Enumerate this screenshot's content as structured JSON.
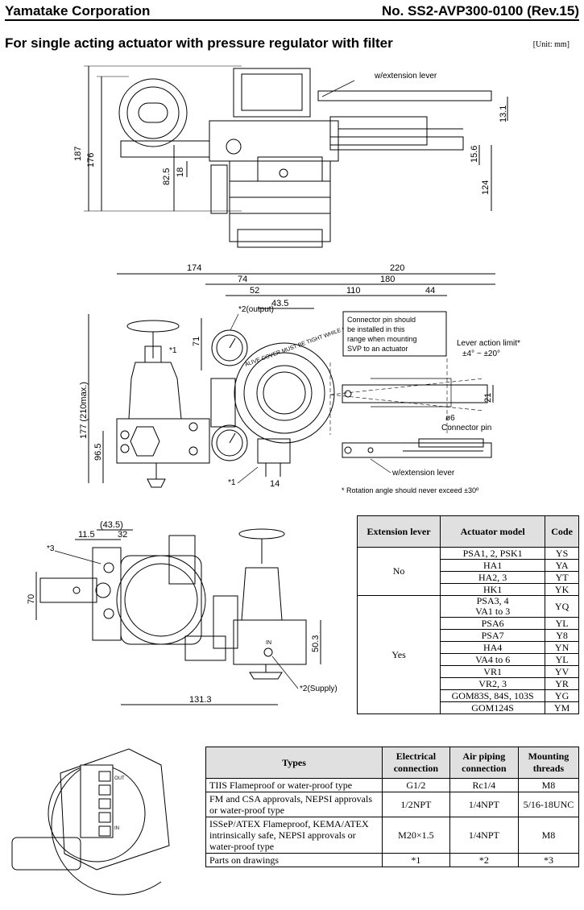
{
  "header": {
    "company": "Yamatake Corporation",
    "doc_no": "No. SS2-AVP300-0100 (Rev.15)"
  },
  "subtitle": "For single acting actuator with pressure regulator with filter",
  "unit": "[Unit: mm]",
  "drawing1": {
    "ext_lever": "w/extension lever",
    "dims": [
      "187",
      "176",
      "82.5",
      "18",
      "13.1",
      "15.6",
      "124"
    ]
  },
  "drawing2": {
    "dims_top": [
      "174",
      "220",
      "74",
      "180",
      "52",
      "110",
      "44",
      "43.5"
    ],
    "dims_left": [
      "177 (210max.)",
      "96.5",
      "71"
    ],
    "dims_right": [
      "21"
    ],
    "dim_bottom": "14",
    "output_label": "*2(output)",
    "star1a": "*1",
    "star1b": "*1",
    "connector_note": [
      "Connector pin should",
      "be installed in this",
      "range when mounting",
      "SVP to an actuator"
    ],
    "lever_limit": "Lever action limit*",
    "lever_range": "±4° ~ ±20°",
    "phi6": "ø6",
    "connector_pin": "Connector pin",
    "ext_lever": "w/extension lever",
    "cover_text": "ALIVE COVER MUST BE TIGHT WHILE CIRCUITS ARE",
    "rotation_note": "* Rotation angle should never exceed ±30º"
  },
  "drawing3": {
    "dims": [
      "(43.5)",
      "11.5",
      "32",
      "70",
      "50.3",
      "131.3"
    ],
    "star3": "*3",
    "supply": "*2(Supply)",
    "in_label": "IN"
  },
  "drawing4": {
    "terminals": [
      "OUT",
      "IN"
    ]
  },
  "table1": {
    "headers": [
      "Extension lever",
      "Actuator model",
      "Code"
    ],
    "groups": [
      {
        "ext": "No",
        "rows": [
          {
            "model": "PSA1, 2, PSK1",
            "code": "YS"
          },
          {
            "model": "HA1",
            "code": "YA"
          },
          {
            "model": "HA2, 3",
            "code": "YT"
          },
          {
            "model": "HK1",
            "code": "YK"
          }
        ]
      },
      {
        "ext": "Yes",
        "rows": [
          {
            "model": "PSA3, 4",
            "model2": "VA1 to 3",
            "code": "YQ"
          },
          {
            "model": "PSA6",
            "code": "YL"
          },
          {
            "model": "PSA7",
            "code": "Y8"
          },
          {
            "model": "HA4",
            "code": "YN"
          },
          {
            "model": "VA4 to 6",
            "code": "YL"
          },
          {
            "model": "VR1",
            "code": "YV"
          },
          {
            "model": "VR2, 3",
            "code": "YR"
          },
          {
            "model": "GOM83S, 84S, 103S",
            "code": "YG"
          },
          {
            "model": "GOM124S",
            "code": "YM"
          }
        ]
      }
    ]
  },
  "table2": {
    "headers": [
      "Types",
      "Electrical connection",
      "Air piping connection",
      "Mounting threads"
    ],
    "rows": [
      {
        "type": "TIIS Flameproof or water-proof type",
        "elec": "G1/2",
        "air": "Rc1/4",
        "mount": "M8"
      },
      {
        "type": "FM and CSA approvals, NEPSI approvals or water-proof type",
        "elec": "1/2NPT",
        "air": "1/4NPT",
        "mount": "5/16-18UNC"
      },
      {
        "type": "ISSeP/ATEX Flameproof, KEMA/ATEX intrinsically safe, NEPSI approvals or water-proof type",
        "elec": "M20×1.5",
        "air": "1/4NPT",
        "mount": "M8"
      },
      {
        "type": "Parts on drawings",
        "elec": "*1",
        "air": "*2",
        "mount": "*3"
      }
    ]
  }
}
